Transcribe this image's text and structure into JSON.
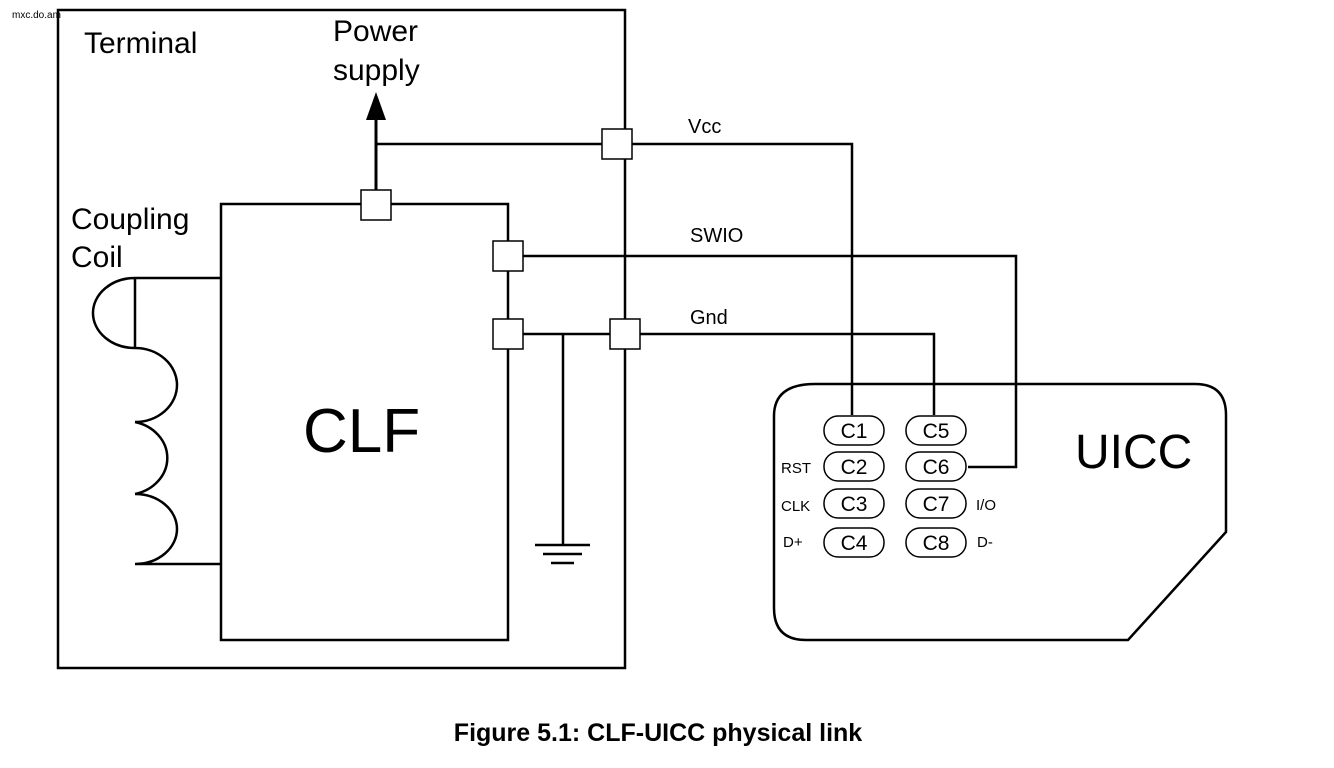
{
  "watermark": "mxc.do.am",
  "terminal": {
    "label": "Terminal"
  },
  "power_supply": {
    "line1": "Power",
    "line2": "supply"
  },
  "coil": {
    "line1": "Coupling",
    "line2": "Coil"
  },
  "clf": {
    "label": "CLF"
  },
  "signals": {
    "vcc": "Vcc",
    "swio": "SWIO",
    "gnd": "Gnd"
  },
  "uicc": {
    "label": "UICC",
    "contacts": [
      "C1",
      "C2",
      "C3",
      "C4",
      "C5",
      "C6",
      "C7",
      "C8"
    ],
    "left_pin_labels": [
      "RST",
      "CLK",
      "D+"
    ],
    "right_pin_labels": [
      "I/O",
      "D-"
    ]
  },
  "caption": "Figure 5.1: CLF-UICC physical link"
}
